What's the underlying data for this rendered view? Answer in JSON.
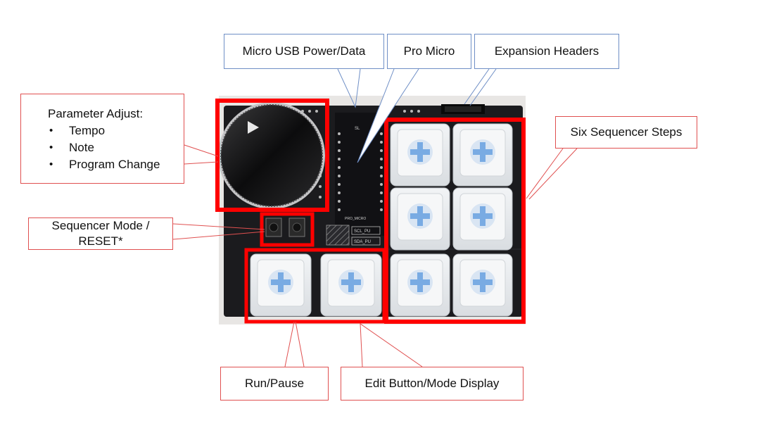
{
  "labels": {
    "micro_usb": "Micro USB Power/Data",
    "pro_micro": "Pro Micro",
    "expansion": "Expansion Headers",
    "parameter_title": "Parameter Adjust:",
    "parameter_items": [
      "Tempo",
      "Note",
      "Program Change"
    ],
    "six_steps": "Six Sequencer Steps",
    "seq_mode_line1": "Sequencer Mode /",
    "seq_mode_line2": "RESET*",
    "run_pause": "Run/Pause",
    "edit_button": "Edit Button/Mode Display"
  },
  "board_silkscreen": {
    "micro_label": "PRO_MICRO",
    "scl": "SCL_PU",
    "sda": "SDA_PU",
    "sl": "SL"
  },
  "colors": {
    "highlight": "#ff0000",
    "callout_blue": "#6f8fc6",
    "callout_red": "#e05050",
    "pcb": "#1b1b1e",
    "keycap": "#e6e9ec",
    "switch": "#5a98dd"
  }
}
